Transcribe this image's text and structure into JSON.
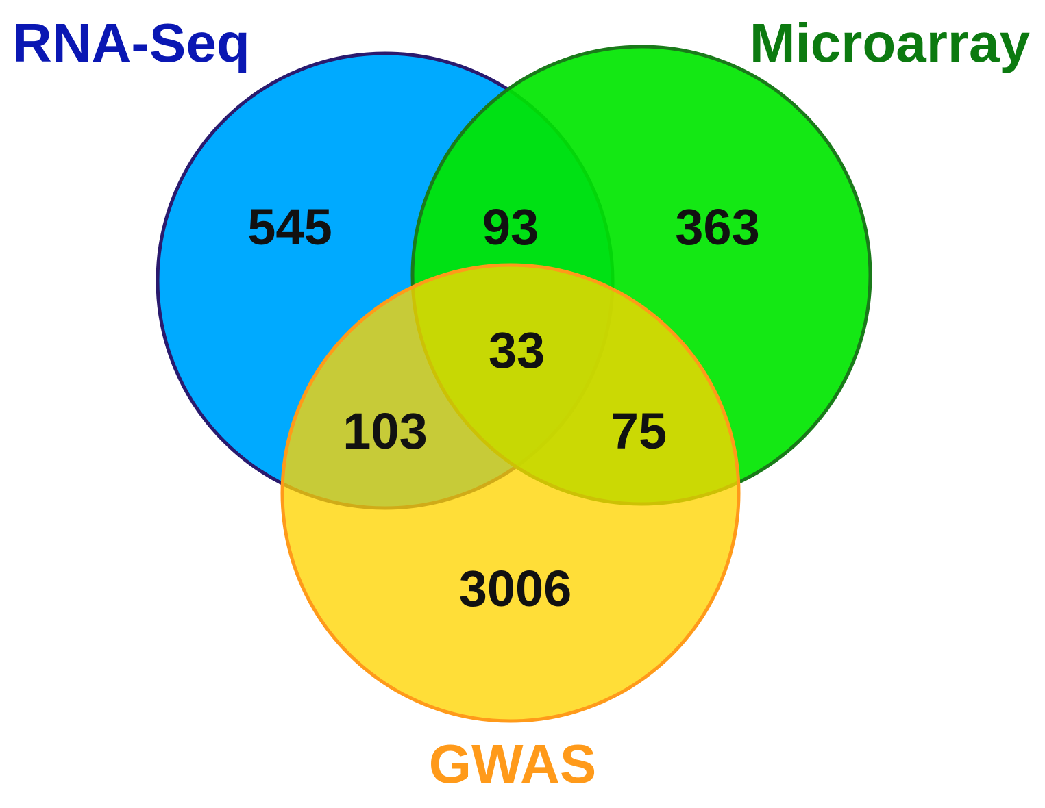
{
  "venn": {
    "sets": [
      {
        "id": "rnaseq",
        "label": "RNA-Seq",
        "label_color": "#0a17b3",
        "fill": "#00aaff",
        "stroke": "#2a1a6e"
      },
      {
        "id": "microarray",
        "label": "Microarray",
        "label_color": "#0c7a10",
        "fill": "#00e600",
        "stroke": "#1a7a1a"
      },
      {
        "id": "gwas",
        "label": "GWAS",
        "label_color": "#ff9a1a",
        "fill": "#ffd500",
        "stroke": "#ff9a1a"
      }
    ],
    "regions": {
      "rnaseq_only": "545",
      "rnaseq_microarray": "93",
      "microarray_only": "363",
      "all_three": "33",
      "rnaseq_gwas": "103",
      "microarray_gwas": "75",
      "gwas_only": "3006"
    }
  }
}
